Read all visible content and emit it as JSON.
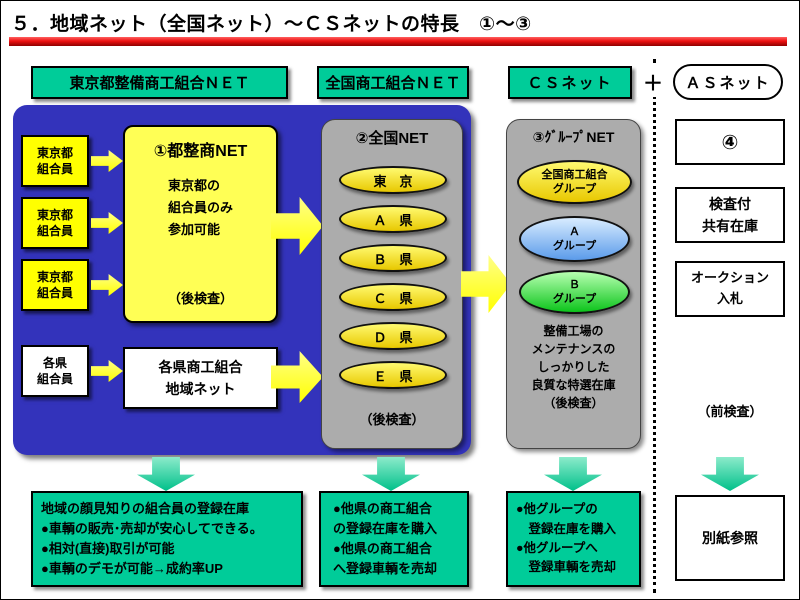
{
  "colors": {
    "teal": "#00CC99",
    "blue": "#3333BB",
    "yellow": "#FFFF00",
    "gray": "#ACACAC",
    "red": "#EE1111"
  },
  "title": "５．地域ネット（全国ネット）～ＣＳネットの特長　①～③",
  "header": {
    "tokyo": "東京都整備商工組合ＮＥＴ",
    "national": "全国商工組合ＮＥＴ",
    "cs": "ＣＳネット",
    "plus": "＋",
    "as": "ＡＳネット"
  },
  "tokyo_panel": {
    "members": [
      {
        "label": "東京都\n組合員"
      },
      {
        "label": "東京都\n組合員"
      },
      {
        "label": "東京都\n組合員"
      }
    ],
    "main_box": {
      "title": "①都整商NET",
      "body": "東京都の\n組合員のみ\n参加可能",
      "note": "（後検査）"
    },
    "pref_member": "各県\n組合員",
    "pref_box": "各県商工組合\n地域ネット"
  },
  "national_panel": {
    "title": "②全国NET",
    "items": [
      "東　京",
      "Ａ　県",
      "Ｂ　県",
      "Ｃ　県",
      "Ｄ　県",
      "Ｅ　県"
    ],
    "note": "（後検査）"
  },
  "group_panel": {
    "title": "③ｸﾞﾙｰﾌﾟNET",
    "groups": [
      {
        "label": "全国商工組合\nグループ"
      },
      {
        "label": "Ａ\nグループ"
      },
      {
        "label": "Ｂ\nグループ"
      }
    ],
    "description": "整備工場の\nメンテナンスの\nしっかりした\n良質な特選在庫\n（後検査）"
  },
  "as_panel": {
    "number": "④",
    "shared_stock": "検査付\n共有在庫",
    "auction": "オークション\n入札",
    "note": "（前検査）"
  },
  "bottom": {
    "benefit1": "地域の顔見知りの組合員の登録在庫\n●車輌の販売･売却が安心してできる。\n●相対(直接)取引が可能\n●車輌のデモが可能→成約率UP",
    "benefit2": "●他県の商工組合\nの登録在庫を購入\n●他県の商工組合\nへ登録車輌を売却",
    "benefit3": "●他グループの\n　登録在庫を購入\n●他グループへ\n　登録車輌を売却",
    "reference": "別紙参照"
  }
}
